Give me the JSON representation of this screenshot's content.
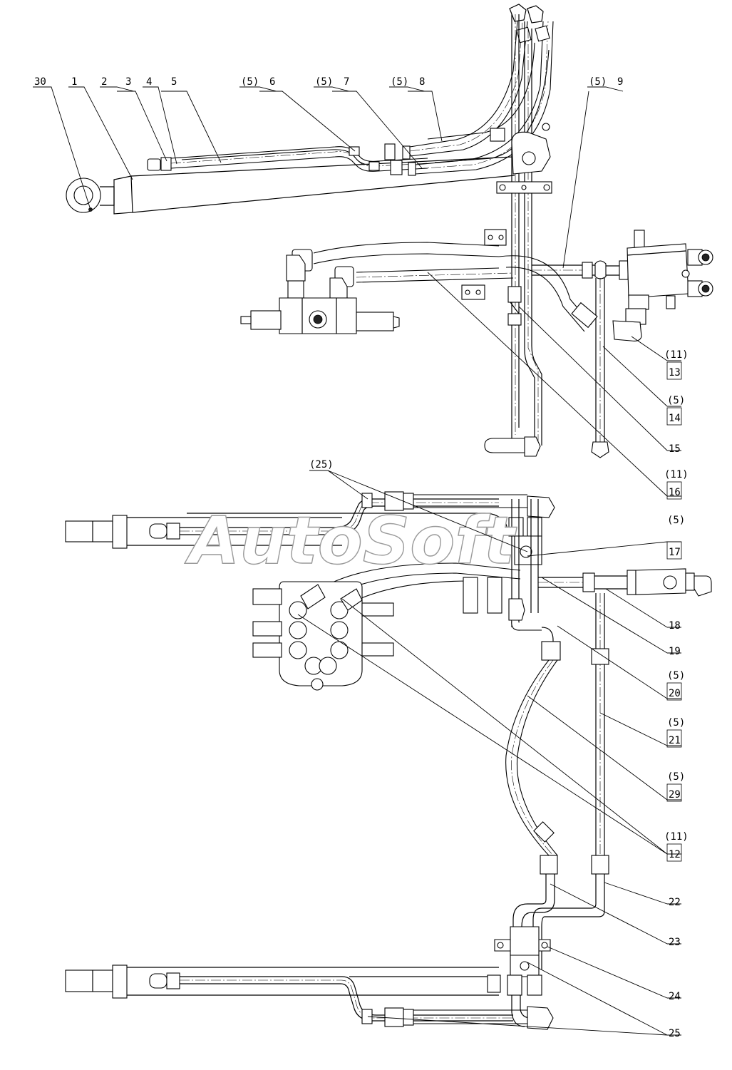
{
  "watermark": "AutoSoft",
  "callouts_top": [
    "30",
    "1",
    "2",
    "3",
    "4",
    "5",
    "(5)",
    "6",
    "(5)",
    "7",
    "(5)",
    "8",
    "(5)",
    "9"
  ],
  "callouts_right": [
    {
      "qual": "(11)",
      "num": "13"
    },
    {
      "qual": "(5)",
      "num": "14"
    },
    {
      "qual": "",
      "num": "15"
    },
    {
      "qual": "(11)",
      "num": "16"
    },
    {
      "qual": "(5)",
      "num": "17"
    },
    {
      "qual": "",
      "num": "18"
    },
    {
      "qual": "",
      "num": "19"
    },
    {
      "qual": "(5)",
      "num": "20"
    },
    {
      "qual": "(5)",
      "num": "21"
    },
    {
      "qual": "(5)",
      "num": "29"
    },
    {
      "qual": "(11)",
      "num": "12"
    },
    {
      "qual": "",
      "num": "22"
    },
    {
      "qual": "",
      "num": "23"
    },
    {
      "qual": "",
      "num": "24"
    },
    {
      "qual": "",
      "num": "25"
    }
  ],
  "callout_mid": "(25)"
}
